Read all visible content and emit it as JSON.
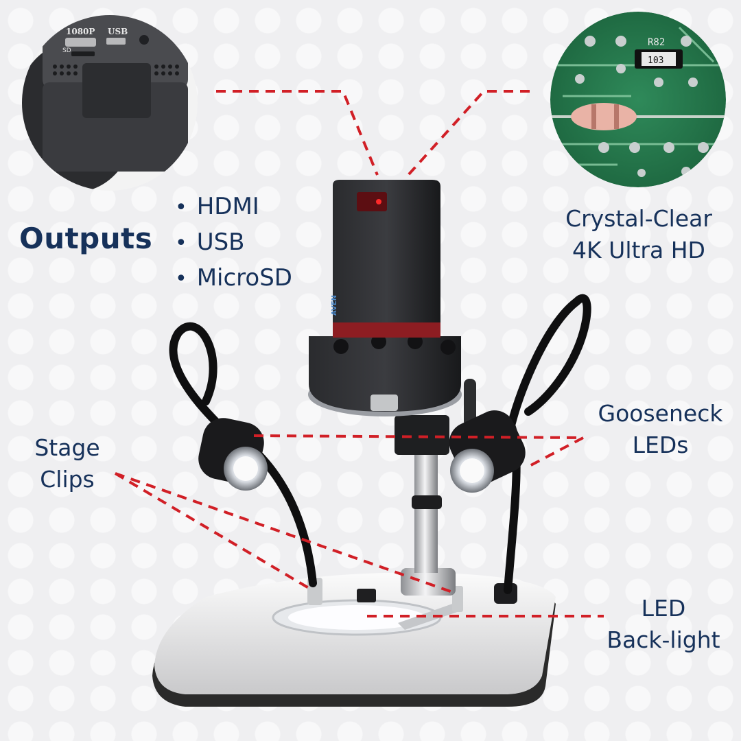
{
  "title": "Outputs",
  "outputs": [
    "HDMI",
    "USB",
    "MicroSD"
  ],
  "callouts": {
    "clarity": [
      "Crystal-Clear",
      "4K Ultra HD"
    ],
    "gooseneck": [
      "Gooseneck",
      "LEDs"
    ],
    "stage_clips": [
      "Stage",
      "Clips"
    ],
    "backlight": [
      "LED",
      "Back-light"
    ]
  },
  "camera_port_labels": {
    "hdmi": "1080P",
    "usb": "USB",
    "sd": "SD"
  },
  "pcb_labels": {
    "resistor": "R82",
    "smd": "103"
  },
  "brand": "AVEN",
  "colors": {
    "text": "#16315a",
    "leader_lines": "#d11f26",
    "background": "#efeff1"
  }
}
